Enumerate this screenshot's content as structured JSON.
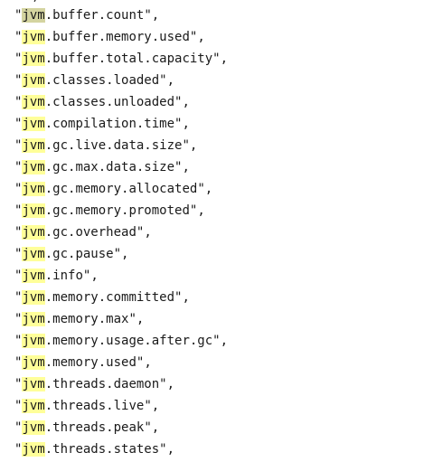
{
  "code": {
    "top_fragment": "` , `",
    "highlight_term": "jvm",
    "lines": [
      {
        "rest": ".buffer.count",
        "suffix": ","
      },
      {
        "rest": ".buffer.memory.used",
        "suffix": ","
      },
      {
        "rest": ".buffer.total.capacity",
        "suffix": ","
      },
      {
        "rest": ".classes.loaded",
        "suffix": ","
      },
      {
        "rest": ".classes.unloaded",
        "suffix": ","
      },
      {
        "rest": ".compilation.time",
        "suffix": ","
      },
      {
        "rest": ".gc.live.data.size",
        "suffix": ","
      },
      {
        "rest": ".gc.max.data.size",
        "suffix": ","
      },
      {
        "rest": ".gc.memory.allocated",
        "suffix": ","
      },
      {
        "rest": ".gc.memory.promoted",
        "suffix": ","
      },
      {
        "rest": ".gc.overhead",
        "suffix": ","
      },
      {
        "rest": ".gc.pause",
        "suffix": ","
      },
      {
        "rest": ".info",
        "suffix": ","
      },
      {
        "rest": ".memory.committed",
        "suffix": ","
      },
      {
        "rest": ".memory.max",
        "suffix": ","
      },
      {
        "rest": ".memory.usage.after.gc",
        "suffix": ","
      },
      {
        "rest": ".memory.used",
        "suffix": ","
      },
      {
        "rest": ".threads.daemon",
        "suffix": ","
      },
      {
        "rest": ".threads.live",
        "suffix": ","
      },
      {
        "rest": ".threads.peak",
        "suffix": ","
      },
      {
        "rest": ".threads.states",
        "suffix": ","
      }
    ]
  },
  "colors": {
    "highlight": "#ffff99",
    "current_highlight": "#d4d4a0",
    "text": "#1a1a1a",
    "background": "#ffffff"
  }
}
